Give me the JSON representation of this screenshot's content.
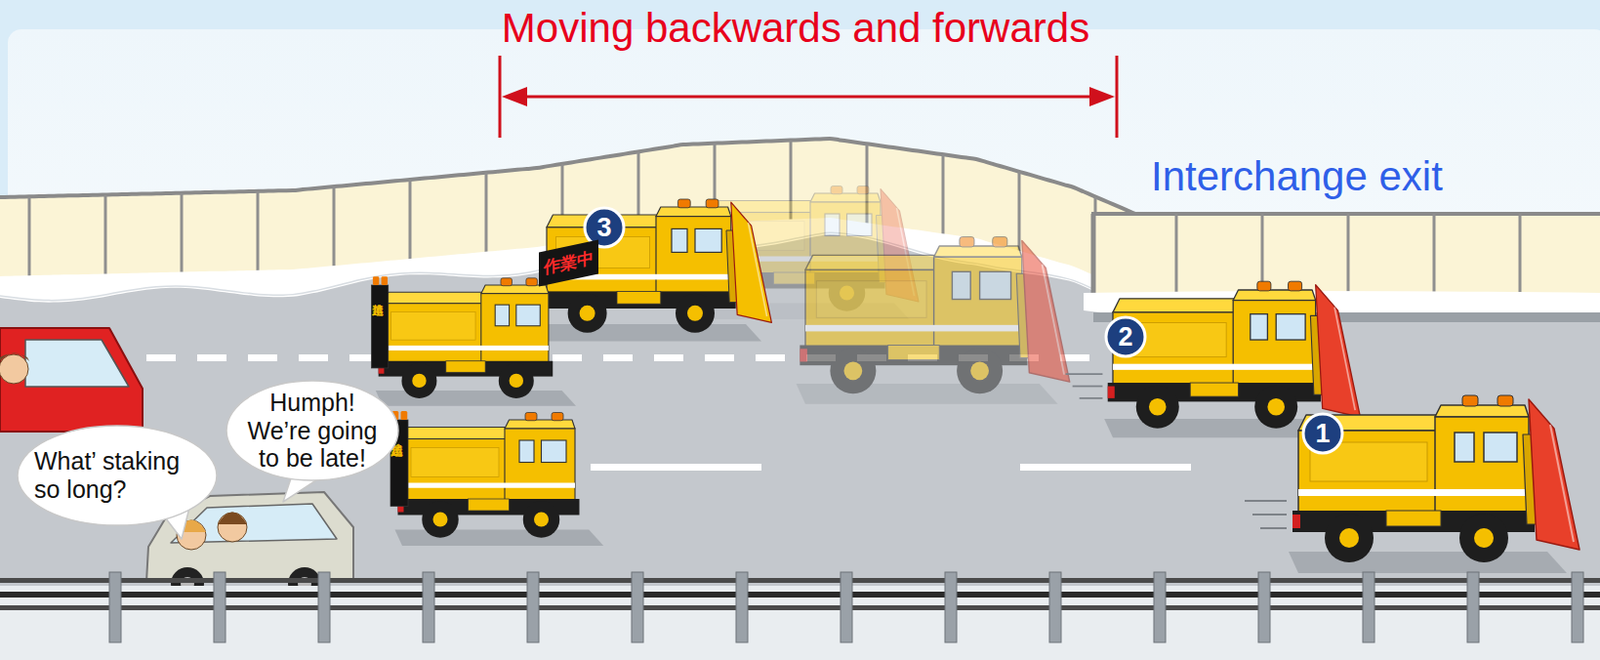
{
  "diagram": {
    "nodes": [
      {
        "text": [
          "What’ staking so long?"
        ]
      },
      {
        "text": [
          "Humph! We’re going to be late!"
        ]
      }
    ],
    "labels": [
      "Moving backwards and forwards",
      "Interchange exit",
      "3",
      "2",
      "1",
      "作業中",
      "追越禁止",
      "追越禁止"
    ]
  }
}
